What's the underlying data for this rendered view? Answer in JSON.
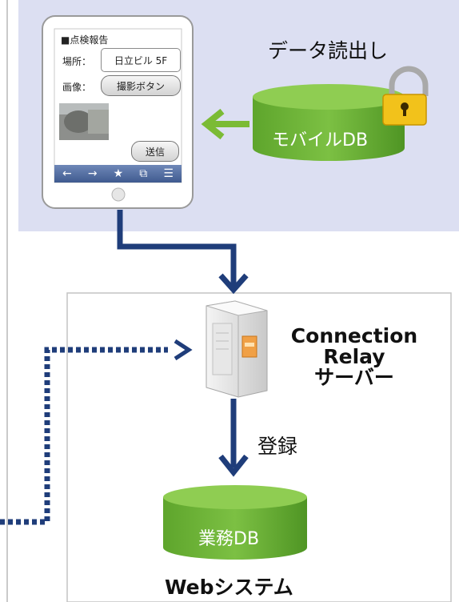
{
  "top_panel": {
    "read_label": "データ読出し",
    "mobile_db_label": "モバイルDB"
  },
  "tablet": {
    "title": "■点検報告",
    "location_label": "場所：",
    "location_value": "日立ビル 5F",
    "image_label": "画像：",
    "capture_button": "撮影ボタン",
    "send_button": "送信",
    "nav_icons": [
      "←",
      "→",
      "★",
      "⧉",
      "☰"
    ]
  },
  "web_system": {
    "server_label_line1": "Connection",
    "server_label_line2": "Relay",
    "server_label_line3": "サーバー",
    "register_label": "登録",
    "business_db_label": "業務DB",
    "system_label": "Webシステム"
  },
  "colors": {
    "panel_bg": "#dcdff2",
    "arrow_blue": "#1f3d7a",
    "arrow_green": "#7bbb35",
    "db_green": "#6fb23c"
  }
}
